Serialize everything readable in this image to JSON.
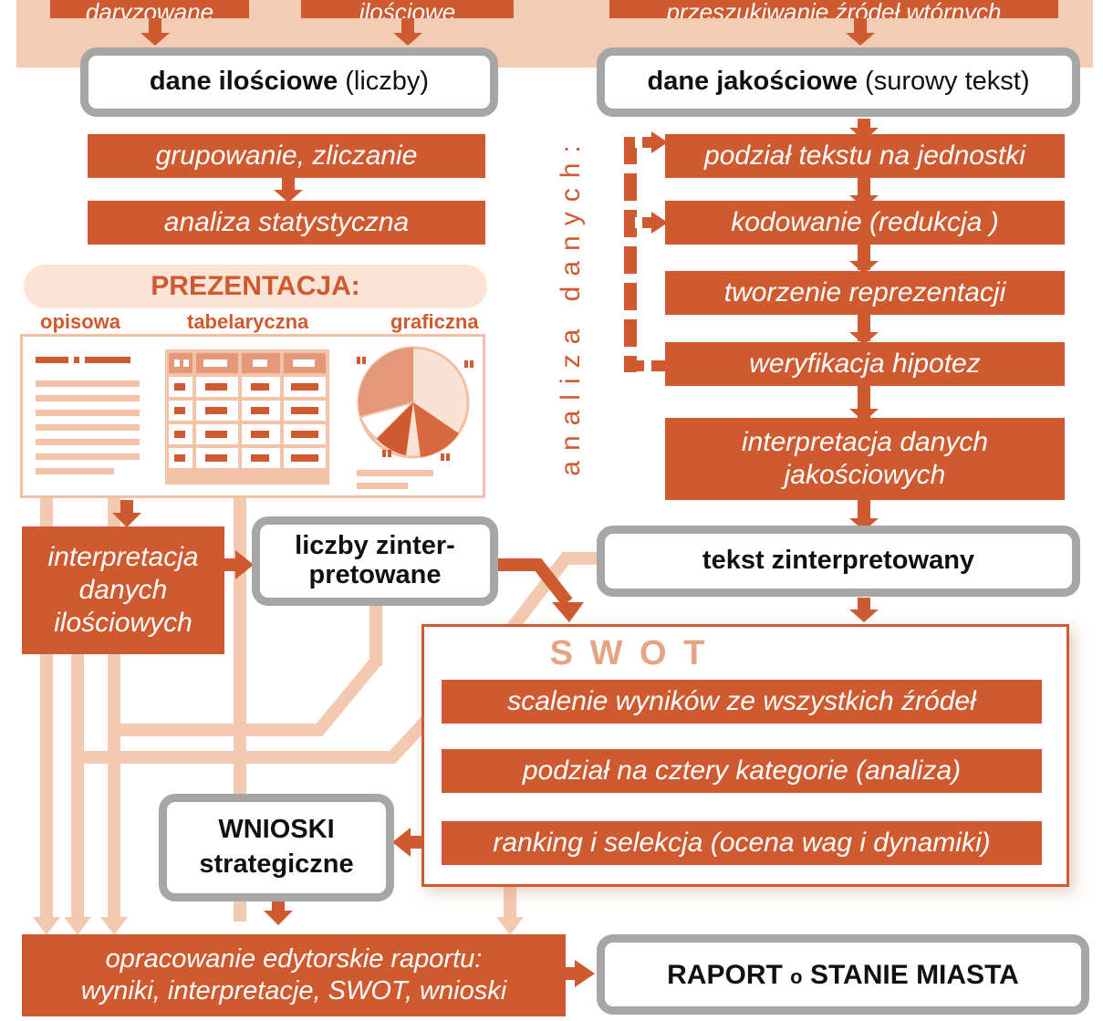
{
  "colors": {
    "orange": "#cf5a30",
    "peach": "#f3ccb6",
    "grey": "#a6a6a6",
    "light": "#f4c9b1"
  },
  "top": {
    "left_fragment": "daryzowane",
    "mid_fragment": "ilościowe",
    "right_fragment": "przeszukiwanie źródeł wtórnych"
  },
  "quant": {
    "bold": "dane ilościowe",
    "rest": " (liczby)",
    "steps": [
      "grupowanie, zliczanie",
      "analiza statystyczna"
    ]
  },
  "qual": {
    "bold": "dane jakościowe",
    "rest": " (surowy tekst)",
    "steps": [
      "podział tekstu na jednostki",
      "kodowanie (redukcja )",
      "tworzenie reprezentacji",
      "weryfikacja hipotez"
    ],
    "interp": "interpretacja danych jakościowych"
  },
  "vertical_label": "analiza danych:",
  "presentation": {
    "title": "PREZENTACJA:",
    "labels": [
      "opisowa",
      "tabelaryczna",
      "graficzna"
    ]
  },
  "interp_quant": "interpretacja danych ilościowych",
  "liczby": "liczby zinter-pretowane",
  "tekst": "tekst zinterpretowany",
  "swot": {
    "title": "S W O T",
    "steps": [
      "scalenie wyników ze wszystkich źródeł",
      "podział na cztery kategorie (analiza)",
      "ranking i selekcja (ocena wag i dynamiki)"
    ]
  },
  "wnioski": {
    "line1": "WNIOSKI",
    "line2": "strategiczne"
  },
  "editorial": {
    "line1": "opracowanie edytorskie raportu:",
    "line2": "wyniki, interpretacje, SWOT, wnioski"
  },
  "raport": {
    "bold": "RAPORT",
    "small": "o",
    "rest": "STANIE MIASTA"
  }
}
